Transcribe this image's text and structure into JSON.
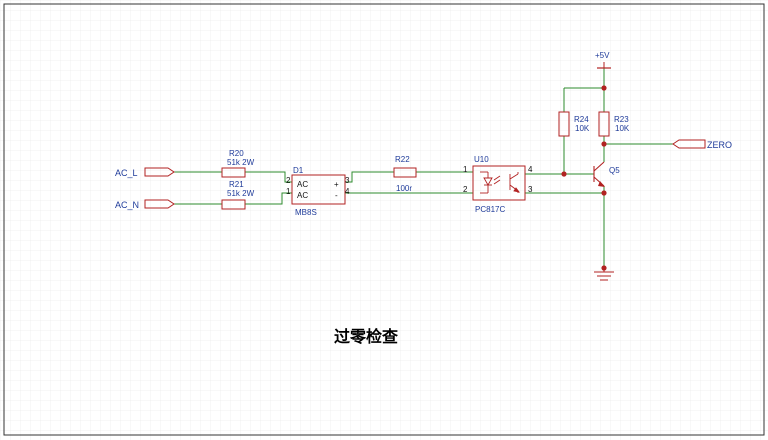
{
  "title": "过零检查",
  "colors": {
    "wire": "#2e8b2e",
    "component": "#b22222",
    "label": "#1f3b9a",
    "junction": "#b22222",
    "grid": "#e6e6e6",
    "frame": "#333333"
  },
  "ports": {
    "ac_l": "AC_L",
    "ac_n": "AC_N",
    "zero": "ZERO",
    "vcc": "+5V"
  },
  "components": {
    "r20": {
      "ref": "R20",
      "value": "51k 2W"
    },
    "r21": {
      "ref": "R21",
      "value": "51k 2W"
    },
    "d1": {
      "ref": "D1",
      "part": "MB8S",
      "pin_ac1": "AC",
      "pin_ac2": "AC",
      "pin_plus": "+",
      "pin_minus": "-",
      "pin2": "2",
      "pin1": "1",
      "pin3": "3",
      "pin4": "4"
    },
    "r22": {
      "ref": "R22",
      "value": "100r"
    },
    "u10": {
      "ref": "U10",
      "part": "PC817C",
      "pin1": "1",
      "pin2": "2",
      "pin3": "3",
      "pin4": "4"
    },
    "r24": {
      "ref": "R24",
      "value": "10K"
    },
    "r23": {
      "ref": "R23",
      "value": "10K"
    },
    "q5": {
      "ref": "Q5"
    }
  }
}
